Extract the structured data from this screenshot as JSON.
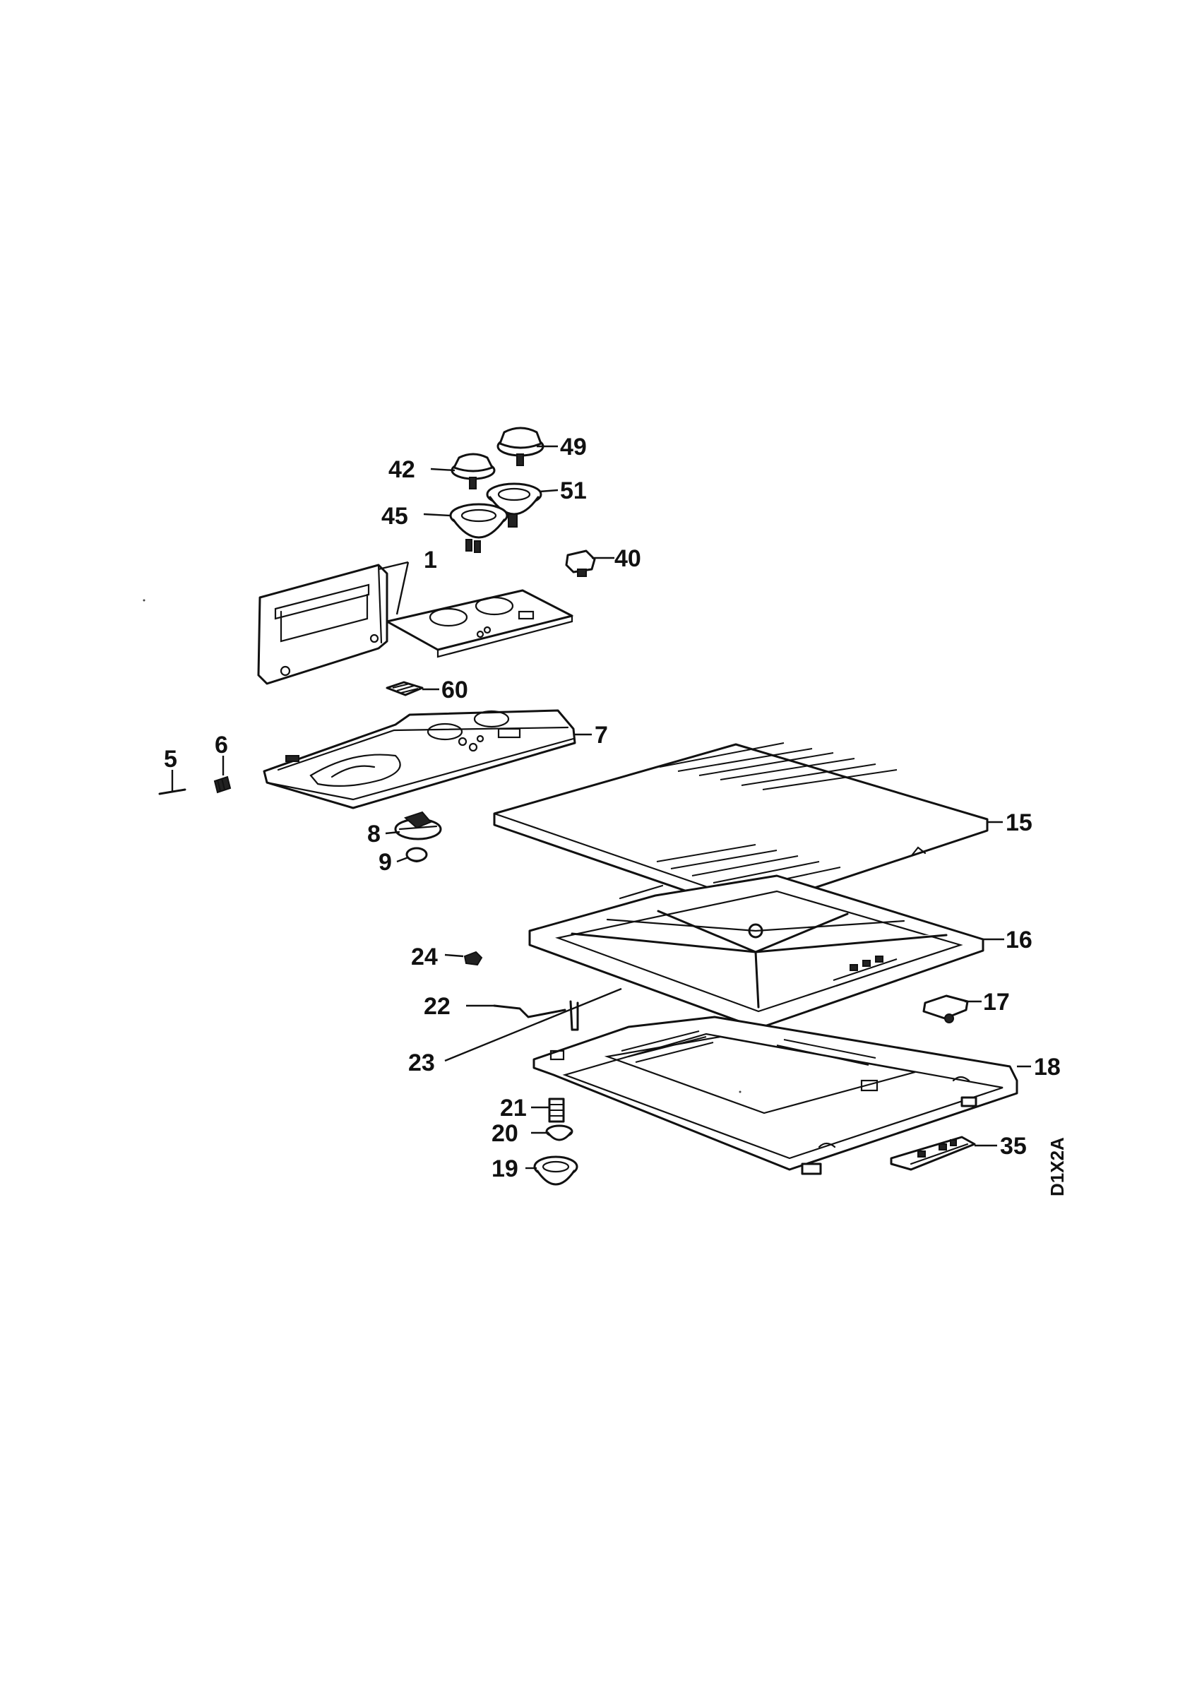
{
  "diagram": {
    "drawing_code": "D1X2A",
    "callouts": {
      "c1": "1",
      "c5": "5",
      "c6": "6",
      "c7": "7",
      "c8": "8",
      "c9": "9",
      "c15": "15",
      "c16": "16",
      "c17": "17",
      "c18": "18",
      "c19": "19",
      "c20": "20",
      "c21": "21",
      "c22": "22",
      "c23": "23",
      "c24": "24",
      "c35": "35",
      "c40": "40",
      "c42": "42",
      "c45": "45",
      "c49": "49",
      "c51": "51",
      "c60": "60"
    }
  }
}
